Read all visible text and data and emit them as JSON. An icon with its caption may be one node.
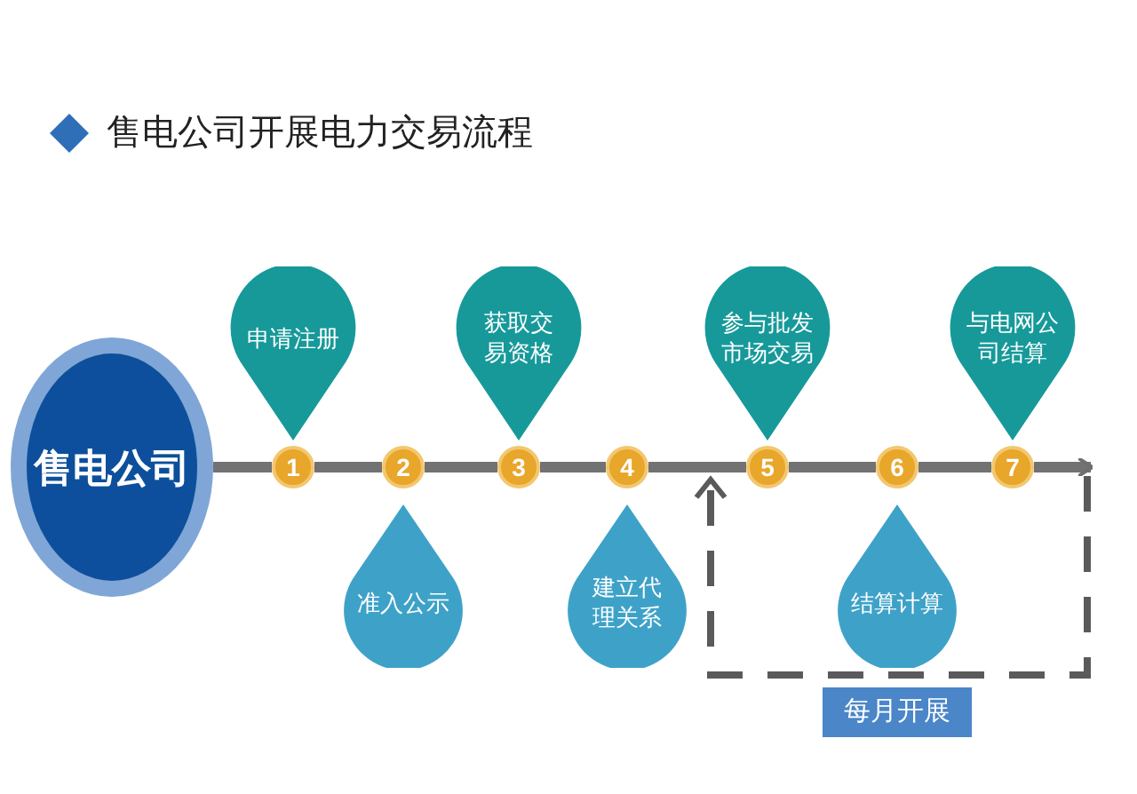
{
  "diagram": {
    "title": "售电公司开展电力交易流程",
    "nodes": [
      {
        "text": [
          "售电公司"
        ]
      },
      {
        "text": [
          "1"
        ]
      },
      {
        "text": [
          "2"
        ]
      },
      {
        "text": [
          "3"
        ]
      },
      {
        "text": [
          "4"
        ]
      },
      {
        "text": [
          "5"
        ]
      },
      {
        "text": [
          "6"
        ]
      },
      {
        "text": [
          "7"
        ]
      },
      {
        "text": [
          "申请注册"
        ]
      },
      {
        "text": [
          "准入公示"
        ]
      },
      {
        "text": [
          "获取交易资格"
        ]
      },
      {
        "text": [
          "建立代理关系"
        ]
      },
      {
        "text": [
          "参与批发市场交易"
        ]
      },
      {
        "text": [
          "结算计算"
        ]
      },
      {
        "text": [
          "与电网公司结算"
        ]
      },
      {
        "text": [
          "每月开展"
        ]
      }
    ],
    "edges": [
      {
        "from": 0,
        "to": 1,
        "arrow": "none"
      },
      {
        "from": 1,
        "to": 2,
        "arrow": "none"
      },
      {
        "from": 2,
        "to": 3,
        "arrow": "none"
      },
      {
        "from": 3,
        "to": 4,
        "arrow": "none"
      },
      {
        "from": 4,
        "to": 5,
        "arrow": "none"
      },
      {
        "from": 5,
        "to": 6,
        "arrow": "none"
      },
      {
        "from": 6,
        "to": 7,
        "arrow": "none"
      },
      {
        "from": 7,
        "to": null,
        "arrow": "to"
      }
    ]
  }
}
